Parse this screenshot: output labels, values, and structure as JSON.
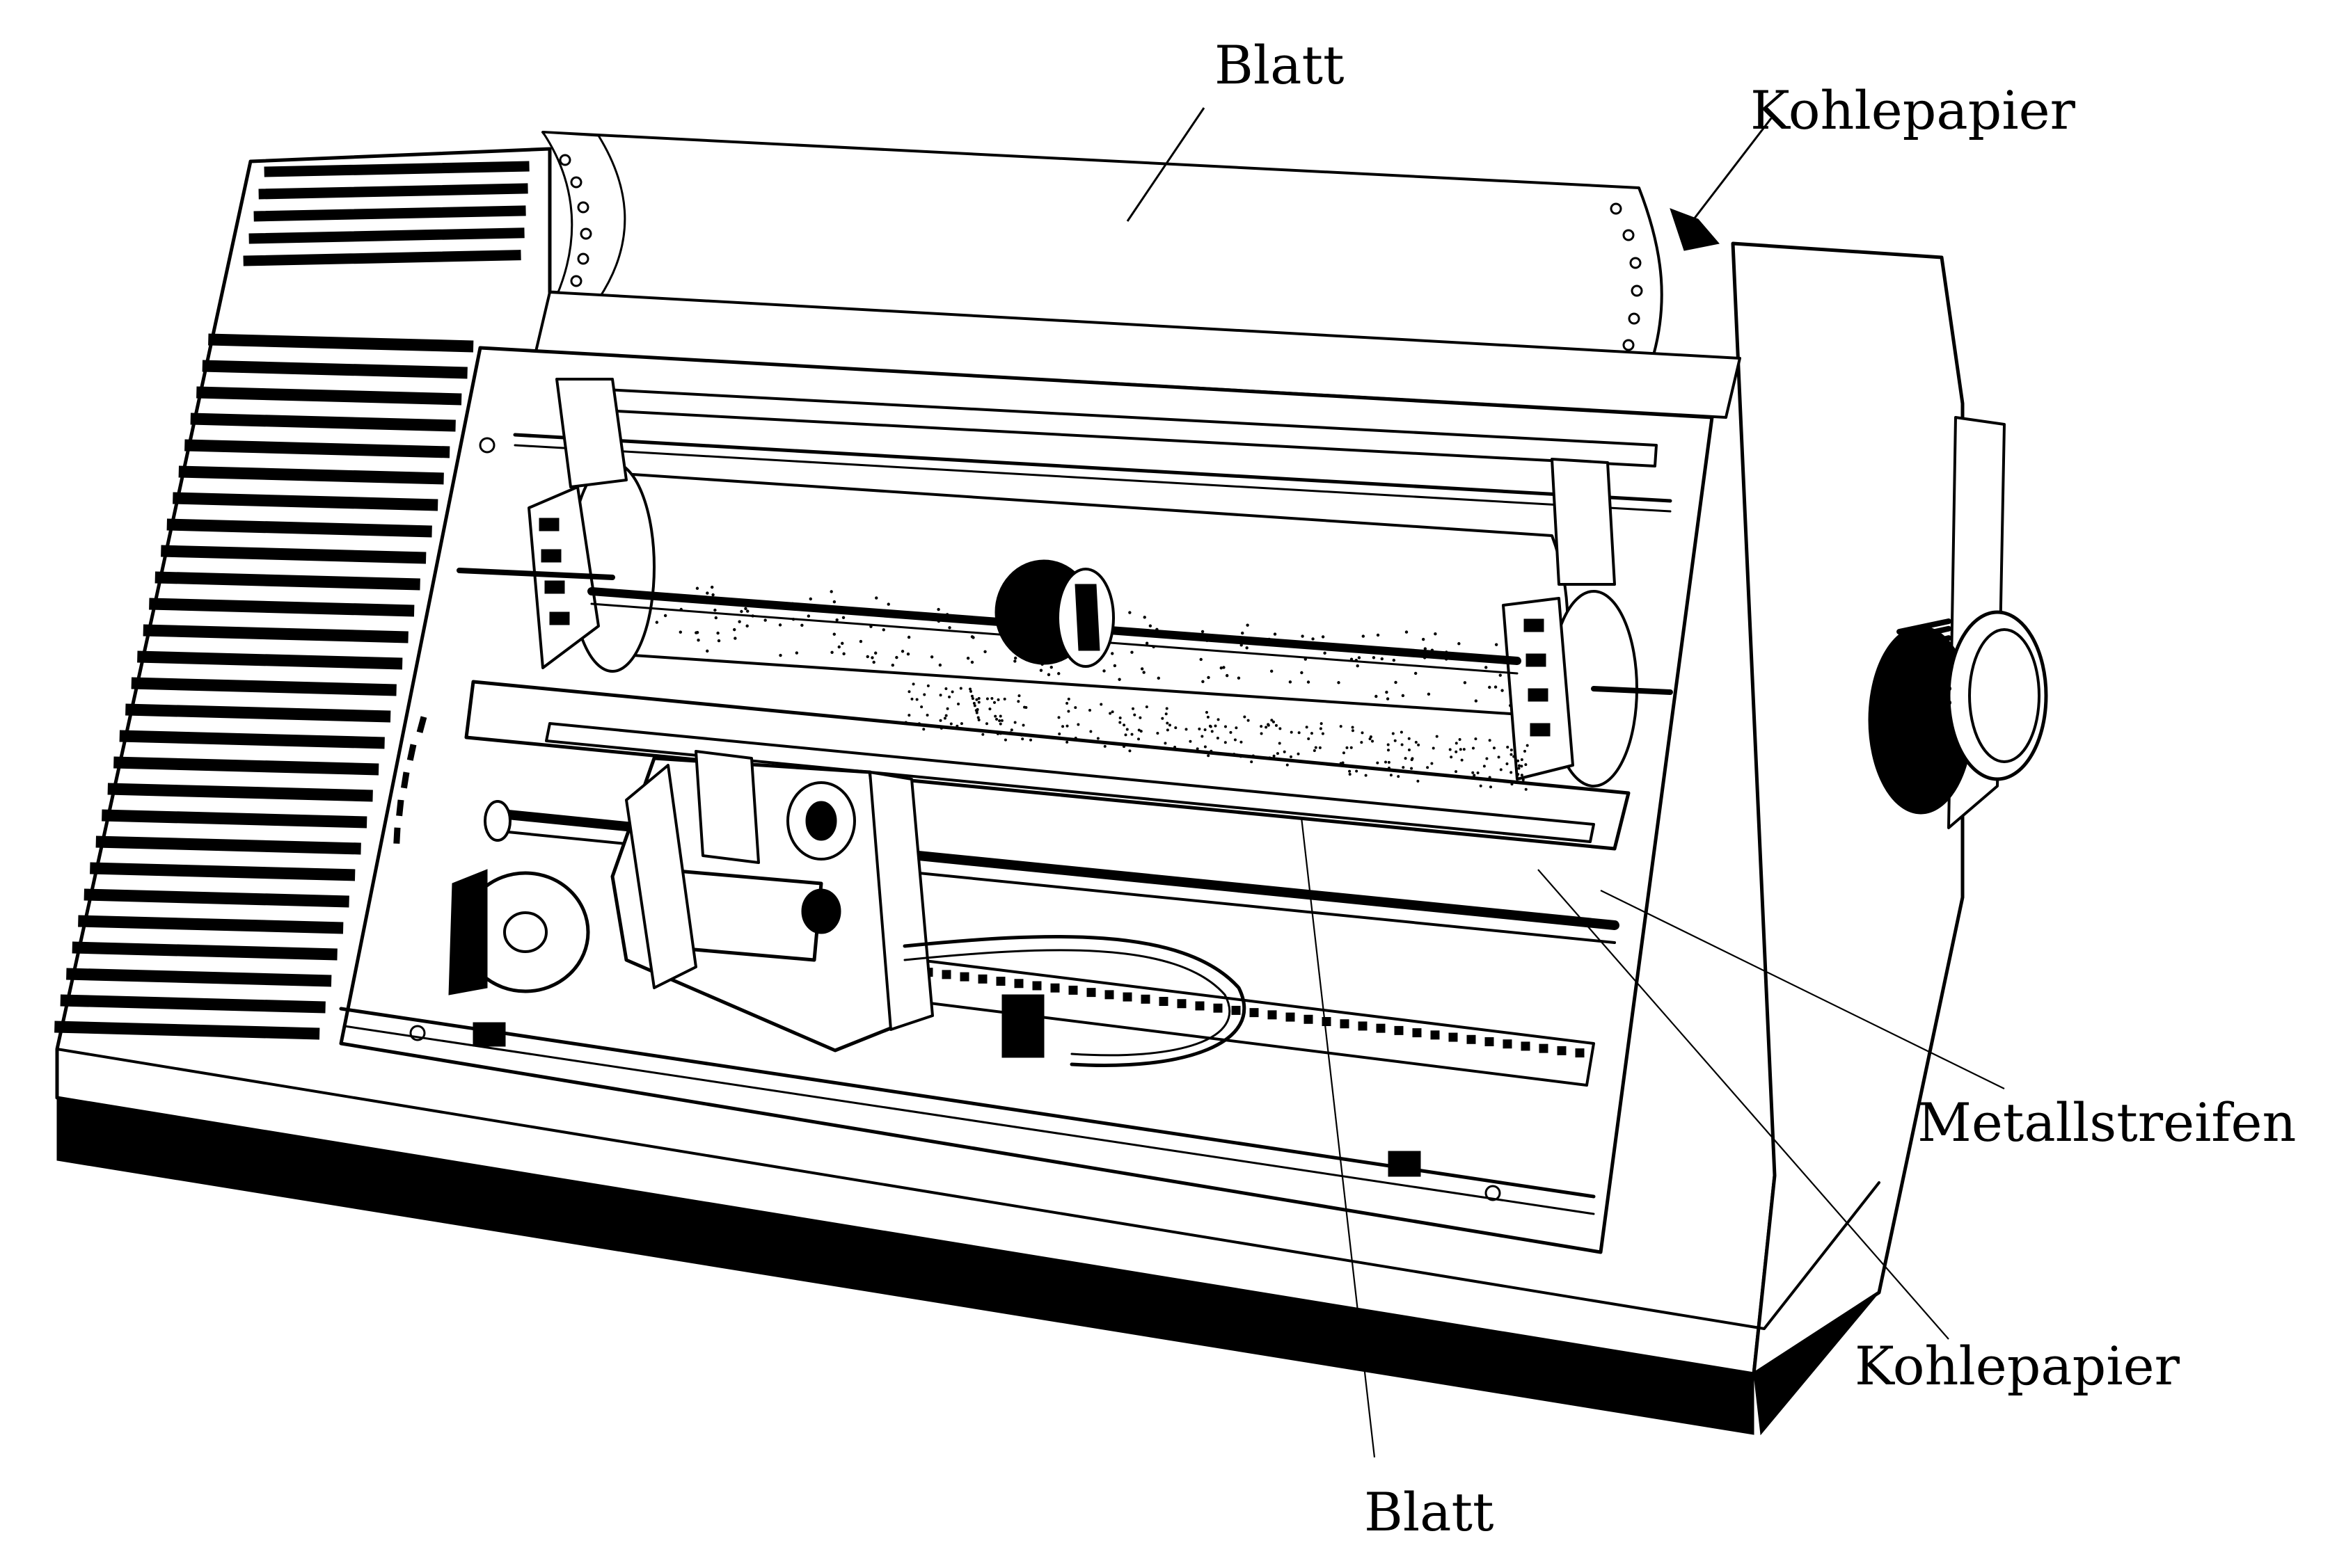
{
  "diagram": {
    "labels": {
      "paper_top": "Blatt",
      "carbon_top": "Kohlepapier",
      "metal_strip": "Metallstreifen",
      "carbon_bottom": "Kohlepapier",
      "paper_bottom": "Blatt"
    },
    "colors": {
      "ink": "#000000",
      "background": "#ffffff"
    }
  }
}
